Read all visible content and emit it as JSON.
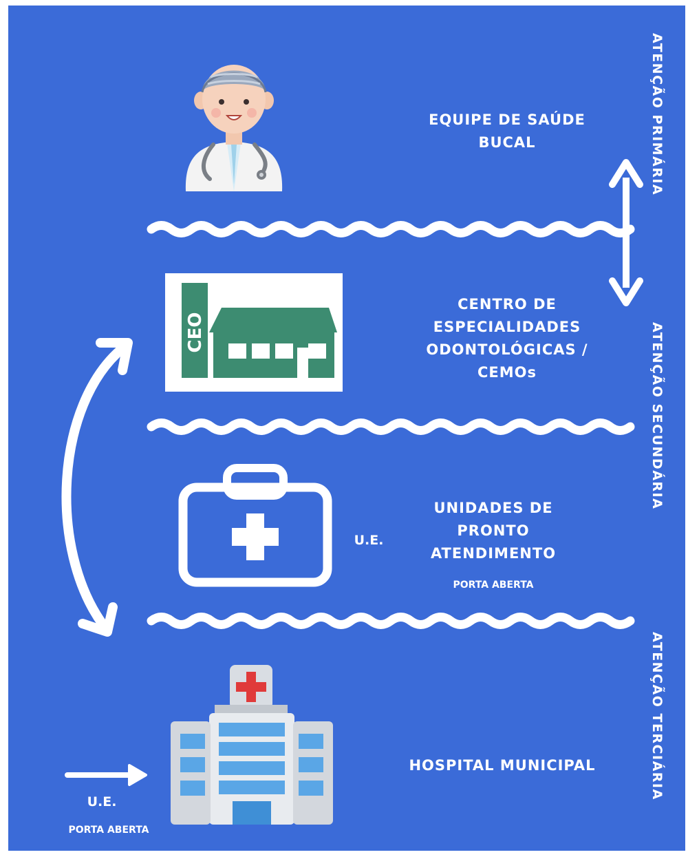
{
  "levels": {
    "primaria": {
      "side_label": "ATENÇÃO PRIMÁRIA",
      "title_line1": "EQUIPE DE SAÚDE",
      "title_line2": "BUCAL"
    },
    "secundaria": {
      "side_label": "ATENÇÃO SECUNDÁRIA",
      "title_line1": "CENTRO DE",
      "title_line2": "ESPECIALIDADES",
      "title_line3": "ODONTOLÓGICAS /",
      "title_line4": "CEMOs",
      "ceo_sign": "CEO",
      "upa_prefix": "U.E.",
      "upa_line1": "UNIDADES DE",
      "upa_line2": "PRONTO",
      "upa_line3": "ATENDIMENTO",
      "upa_note": "PORTA ABERTA"
    },
    "terciaria": {
      "side_label": "ATENÇÃO TERCIÁRIA",
      "title": "HOSPITAL MUNICIPAL",
      "entry_prefix": "U.E.",
      "entry_note": "PORTA ABERTA"
    }
  },
  "colors": {
    "background": "#3b6bd8",
    "ceo_green": "#3d8c71",
    "cross_red": "#e03a3a",
    "hospital_blue": "#5aa6e6"
  },
  "icons": [
    "dentist-icon",
    "ceo-building-icon",
    "first-aid-kit-icon",
    "hospital-icon"
  ]
}
